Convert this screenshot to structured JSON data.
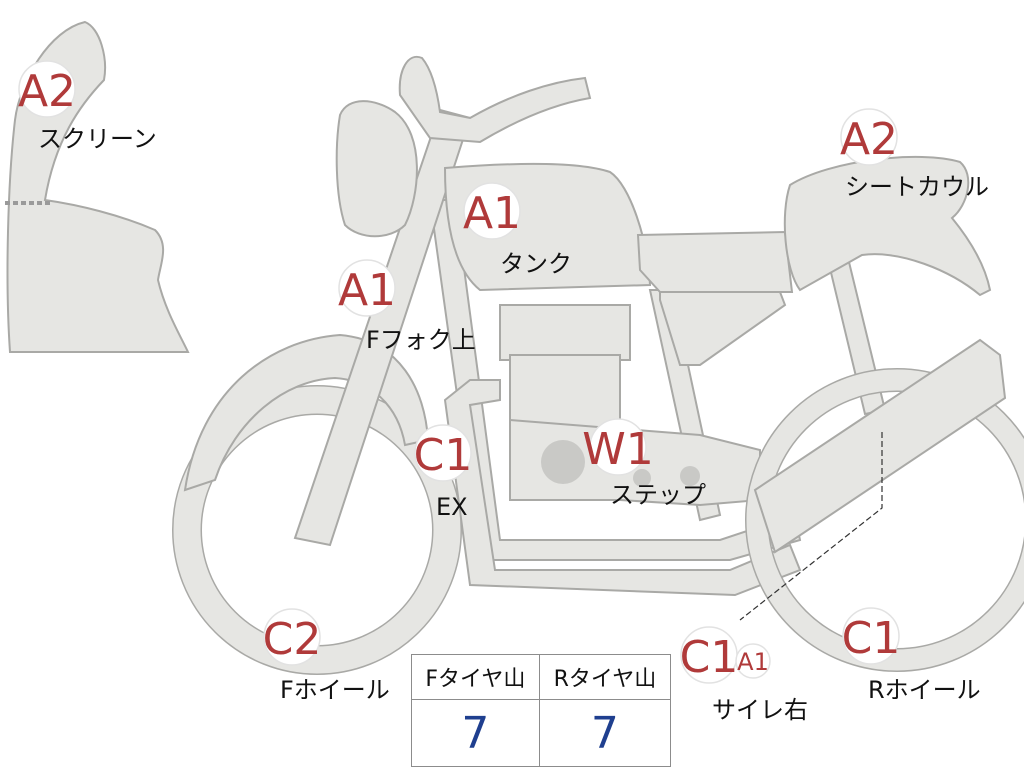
{
  "parts": [
    {
      "id": "screen",
      "grade": "A2",
      "label": "スクリーン"
    },
    {
      "id": "tank",
      "grade": "A1",
      "label": "タンク"
    },
    {
      "id": "seat-cowl",
      "grade": "A2",
      "label": "シートカウル"
    },
    {
      "id": "front-fork-upper",
      "grade": "A1",
      "label": "Fフォク上"
    },
    {
      "id": "exhaust",
      "grade": "C1",
      "label": "EX"
    },
    {
      "id": "step",
      "grade": "W1",
      "label": "ステップ"
    },
    {
      "id": "front-wheel",
      "grade": "C2",
      "label": "Fホイール"
    },
    {
      "id": "muffler-right",
      "grade": "C1",
      "grade_secondary": "A1",
      "label": "サイレ右"
    },
    {
      "id": "rear-wheel",
      "grade": "C1",
      "label": "Rホイール"
    }
  ],
  "tire_table": {
    "headers": [
      "Fタイヤ山",
      "Rタイヤ山"
    ],
    "values": [
      "7",
      "7"
    ]
  },
  "colors": {
    "part_fill": "#e6e6e3",
    "part_stroke": "#a9a9a6",
    "grade": "#b03a3a",
    "tire_value": "#1f3f8f"
  }
}
